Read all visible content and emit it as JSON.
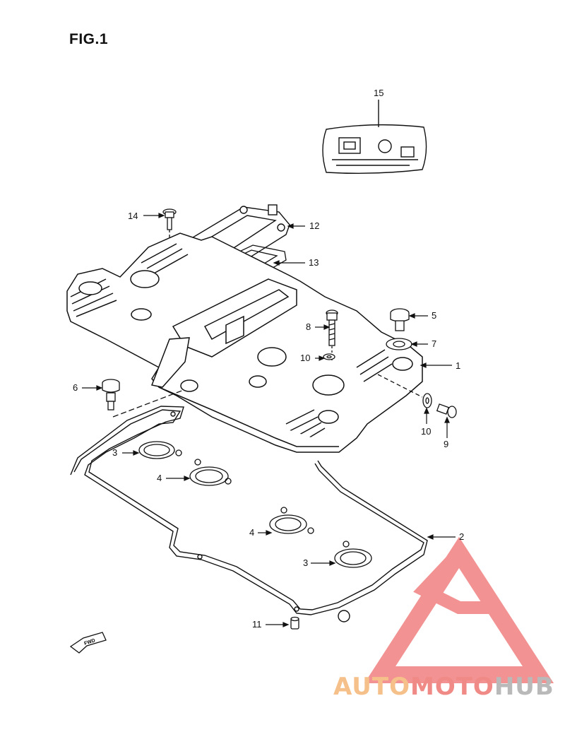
{
  "figure": {
    "title": "FIG.1"
  },
  "callouts": [
    {
      "id": "c15",
      "label": "15"
    },
    {
      "id": "c14",
      "label": "14"
    },
    {
      "id": "c12",
      "label": "12"
    },
    {
      "id": "c13",
      "label": "13"
    },
    {
      "id": "c5",
      "label": "5"
    },
    {
      "id": "c8",
      "label": "8"
    },
    {
      "id": "c7",
      "label": "7"
    },
    {
      "id": "c10a",
      "label": "10"
    },
    {
      "id": "c1",
      "label": "1"
    },
    {
      "id": "c6",
      "label": "6"
    },
    {
      "id": "c10b",
      "label": "10"
    },
    {
      "id": "c9",
      "label": "9"
    },
    {
      "id": "c3a",
      "label": "3"
    },
    {
      "id": "c4a",
      "label": "4"
    },
    {
      "id": "c4b",
      "label": "4"
    },
    {
      "id": "c2",
      "label": "2"
    },
    {
      "id": "c3b",
      "label": "3"
    },
    {
      "id": "c11",
      "label": "11"
    }
  ],
  "fwd_mark": "FWD",
  "watermark": {
    "part1": "AUTO",
    "part2": "MOTO",
    "part3": "HUB"
  },
  "colors": {
    "line": "#111111",
    "watermark_triangle": "#f08080",
    "watermark_orange": "#f6c08a",
    "watermark_gray": "#b9b9b9"
  }
}
